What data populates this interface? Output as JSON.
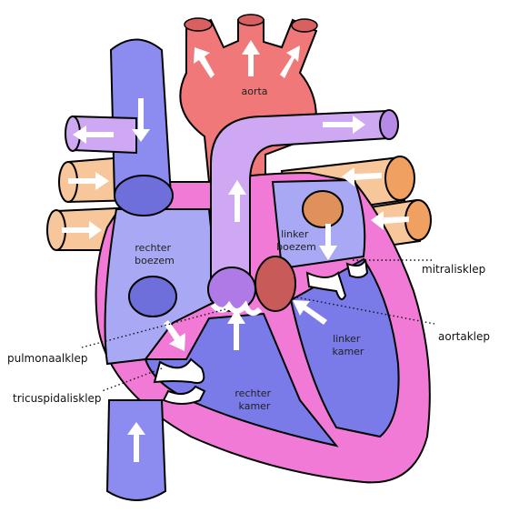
{
  "labels": {
    "aorta": "aorta",
    "right_atrium": [
      "rechter",
      "boezem"
    ],
    "left_atrium": [
      "linker",
      "boezem"
    ],
    "left_ventricle": [
      "linker",
      "kamer"
    ],
    "right_ventricle": [
      "rechter",
      "kamer"
    ],
    "mitral_valve": "mitralisklep",
    "aortic_valve": "aortaklep",
    "pulmonary_valve": "pulmonaalklep",
    "tricuspid_valve": "tricuspidalisklep"
  },
  "colors": {
    "oxygenated": "#f07878",
    "deoxygenated": "#8c8cf0",
    "pulmonary_artery": "#cfa8f4",
    "pulmonary_vein": "#f7c69a",
    "myocardium": "#f07ad6",
    "right_chambers": "#7a7ae8",
    "left_chambers": "#7a7ae8",
    "valve": "#ffffff",
    "outline": "#000000"
  }
}
